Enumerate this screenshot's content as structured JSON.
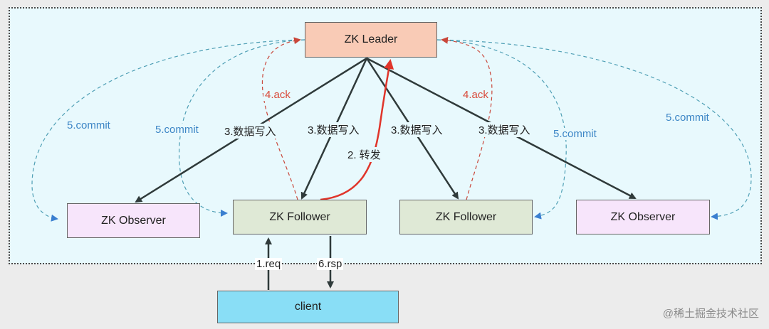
{
  "nodes": {
    "leader": "ZK Leader",
    "observer_left": "ZK Observer",
    "follower_left": "ZK Follower",
    "follower_right": "ZK Follower",
    "observer_right": "ZK Observer",
    "client": "client"
  },
  "labels": {
    "write_1": "3.数据写入",
    "write_2": "3.数据写入",
    "write_3": "3.数据写入",
    "write_4": "3.数据写入",
    "forward": "2. 转发",
    "ack_left": "4.ack",
    "ack_right": "4.ack",
    "commit_1": "5.commit",
    "commit_2": "5.commit",
    "commit_3": "5.commit",
    "commit_4": "5.commit",
    "req": "1.req",
    "rsp": "6.rsp"
  },
  "colors": {
    "write_arrow": "#2f3a3a",
    "ack_arrow": "#d94a3a",
    "forward_arrow": "#e0352b",
    "commit_arrow": "#4f9fb5",
    "commit_head": "#3a7fd0"
  },
  "watermark": "@稀土掘金技术社区"
}
